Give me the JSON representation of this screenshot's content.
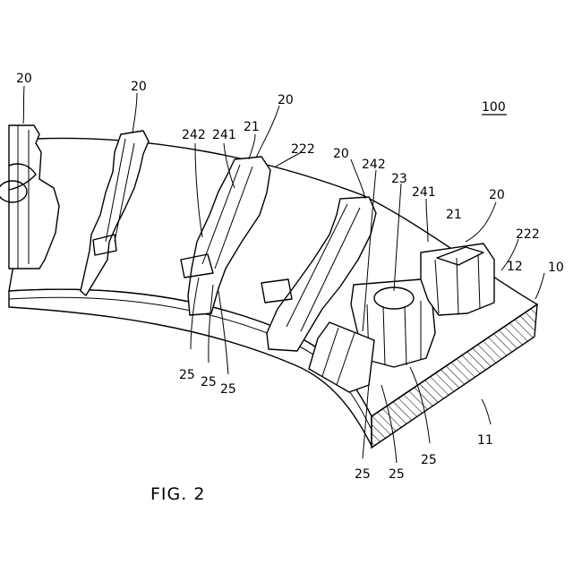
{
  "figure": {
    "caption": "FIG. 2",
    "assembly_ref": "100",
    "labels": {
      "t20_a": "20",
      "t20_b": "20",
      "t20_c": "20",
      "t20_d": "20",
      "t20_e": "20",
      "t21_a": "21",
      "t21_b": "21",
      "t222_a": "222",
      "t222_b": "222",
      "t242_a": "242",
      "t242_b": "242",
      "t241_a": "241",
      "t241_b": "241",
      "t23": "23",
      "t12": "12",
      "t10": "10",
      "t11": "11",
      "t25_a": "25",
      "t25_b": "25",
      "t25_c": "25",
      "t25_d": "25",
      "t25_e": "25",
      "t25_f": "25"
    }
  }
}
